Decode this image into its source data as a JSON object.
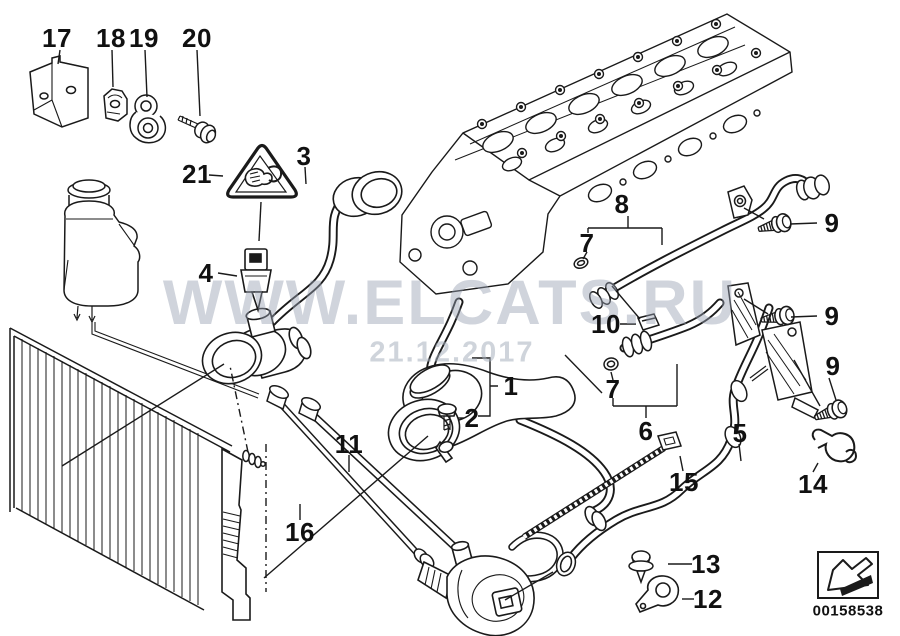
{
  "watermark": {
    "site": "WWW.ELCATS.RU",
    "date": "21.12.2017"
  },
  "footer": {
    "part_number": "00158538"
  },
  "colors": {
    "ink": "#1a1a1a",
    "watermark_gray": "#96a0b2",
    "background": "#ffffff"
  },
  "labels": [
    {
      "id": "17",
      "text": "17"
    },
    {
      "id": "18",
      "text": "18"
    },
    {
      "id": "19",
      "text": "19"
    },
    {
      "id": "20",
      "text": "20"
    },
    {
      "id": "21",
      "text": "21"
    },
    {
      "id": "3",
      "text": "3"
    },
    {
      "id": "4",
      "text": "4"
    },
    {
      "id": "8",
      "text": "8"
    },
    {
      "id": "9-upper",
      "text": "9"
    },
    {
      "id": "7-upper",
      "text": "7"
    },
    {
      "id": "10",
      "text": "10"
    },
    {
      "id": "9-middle",
      "text": "9"
    },
    {
      "id": "9-lower",
      "text": "9"
    },
    {
      "id": "7-lower",
      "text": "7"
    },
    {
      "id": "6",
      "text": "6"
    },
    {
      "id": "1",
      "text": "1"
    },
    {
      "id": "2",
      "text": "2"
    },
    {
      "id": "11",
      "text": "11"
    },
    {
      "id": "16",
      "text": "16"
    },
    {
      "id": "5",
      "text": "5"
    },
    {
      "id": "15",
      "text": "15"
    },
    {
      "id": "14",
      "text": "14"
    },
    {
      "id": "13",
      "text": "13"
    },
    {
      "id": "12",
      "text": "12"
    }
  ]
}
